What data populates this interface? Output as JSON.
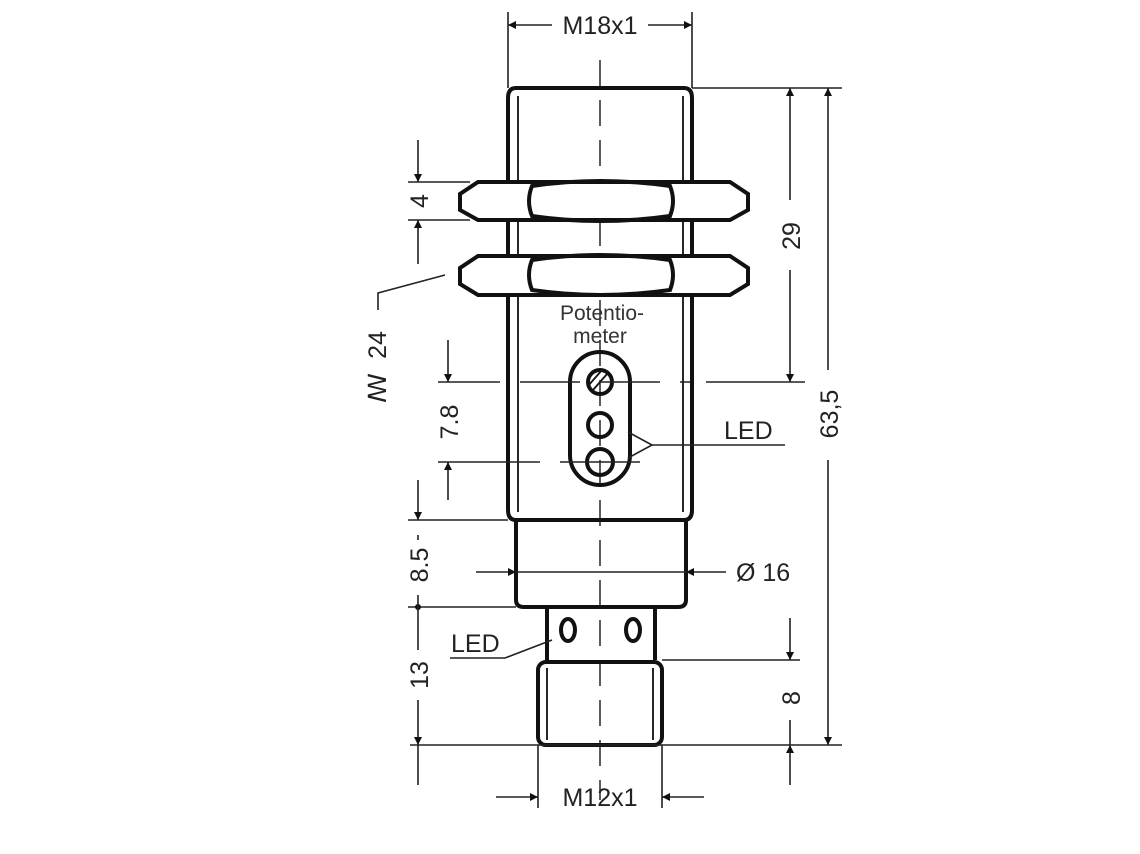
{
  "drawing": {
    "dimensions": {
      "thread_top": "M18x1",
      "thread_bottom": "M12x1",
      "nut_thickness": "4",
      "wrench_size": "24",
      "pot_to_led": "7.8",
      "neck_height": "8.5",
      "connector_height": "13",
      "thread_length": "8",
      "pot_position": "29",
      "total_length": "63,5",
      "neck_diameter": "Ø 16"
    },
    "labels": {
      "potentiometer_line1": "Potentio-",
      "potentiometer_line2": "meter",
      "led_side": "LED",
      "led_bottom": "LED"
    },
    "icons": {
      "wrench_size_symbol": "wrench-across-flats-icon"
    }
  }
}
